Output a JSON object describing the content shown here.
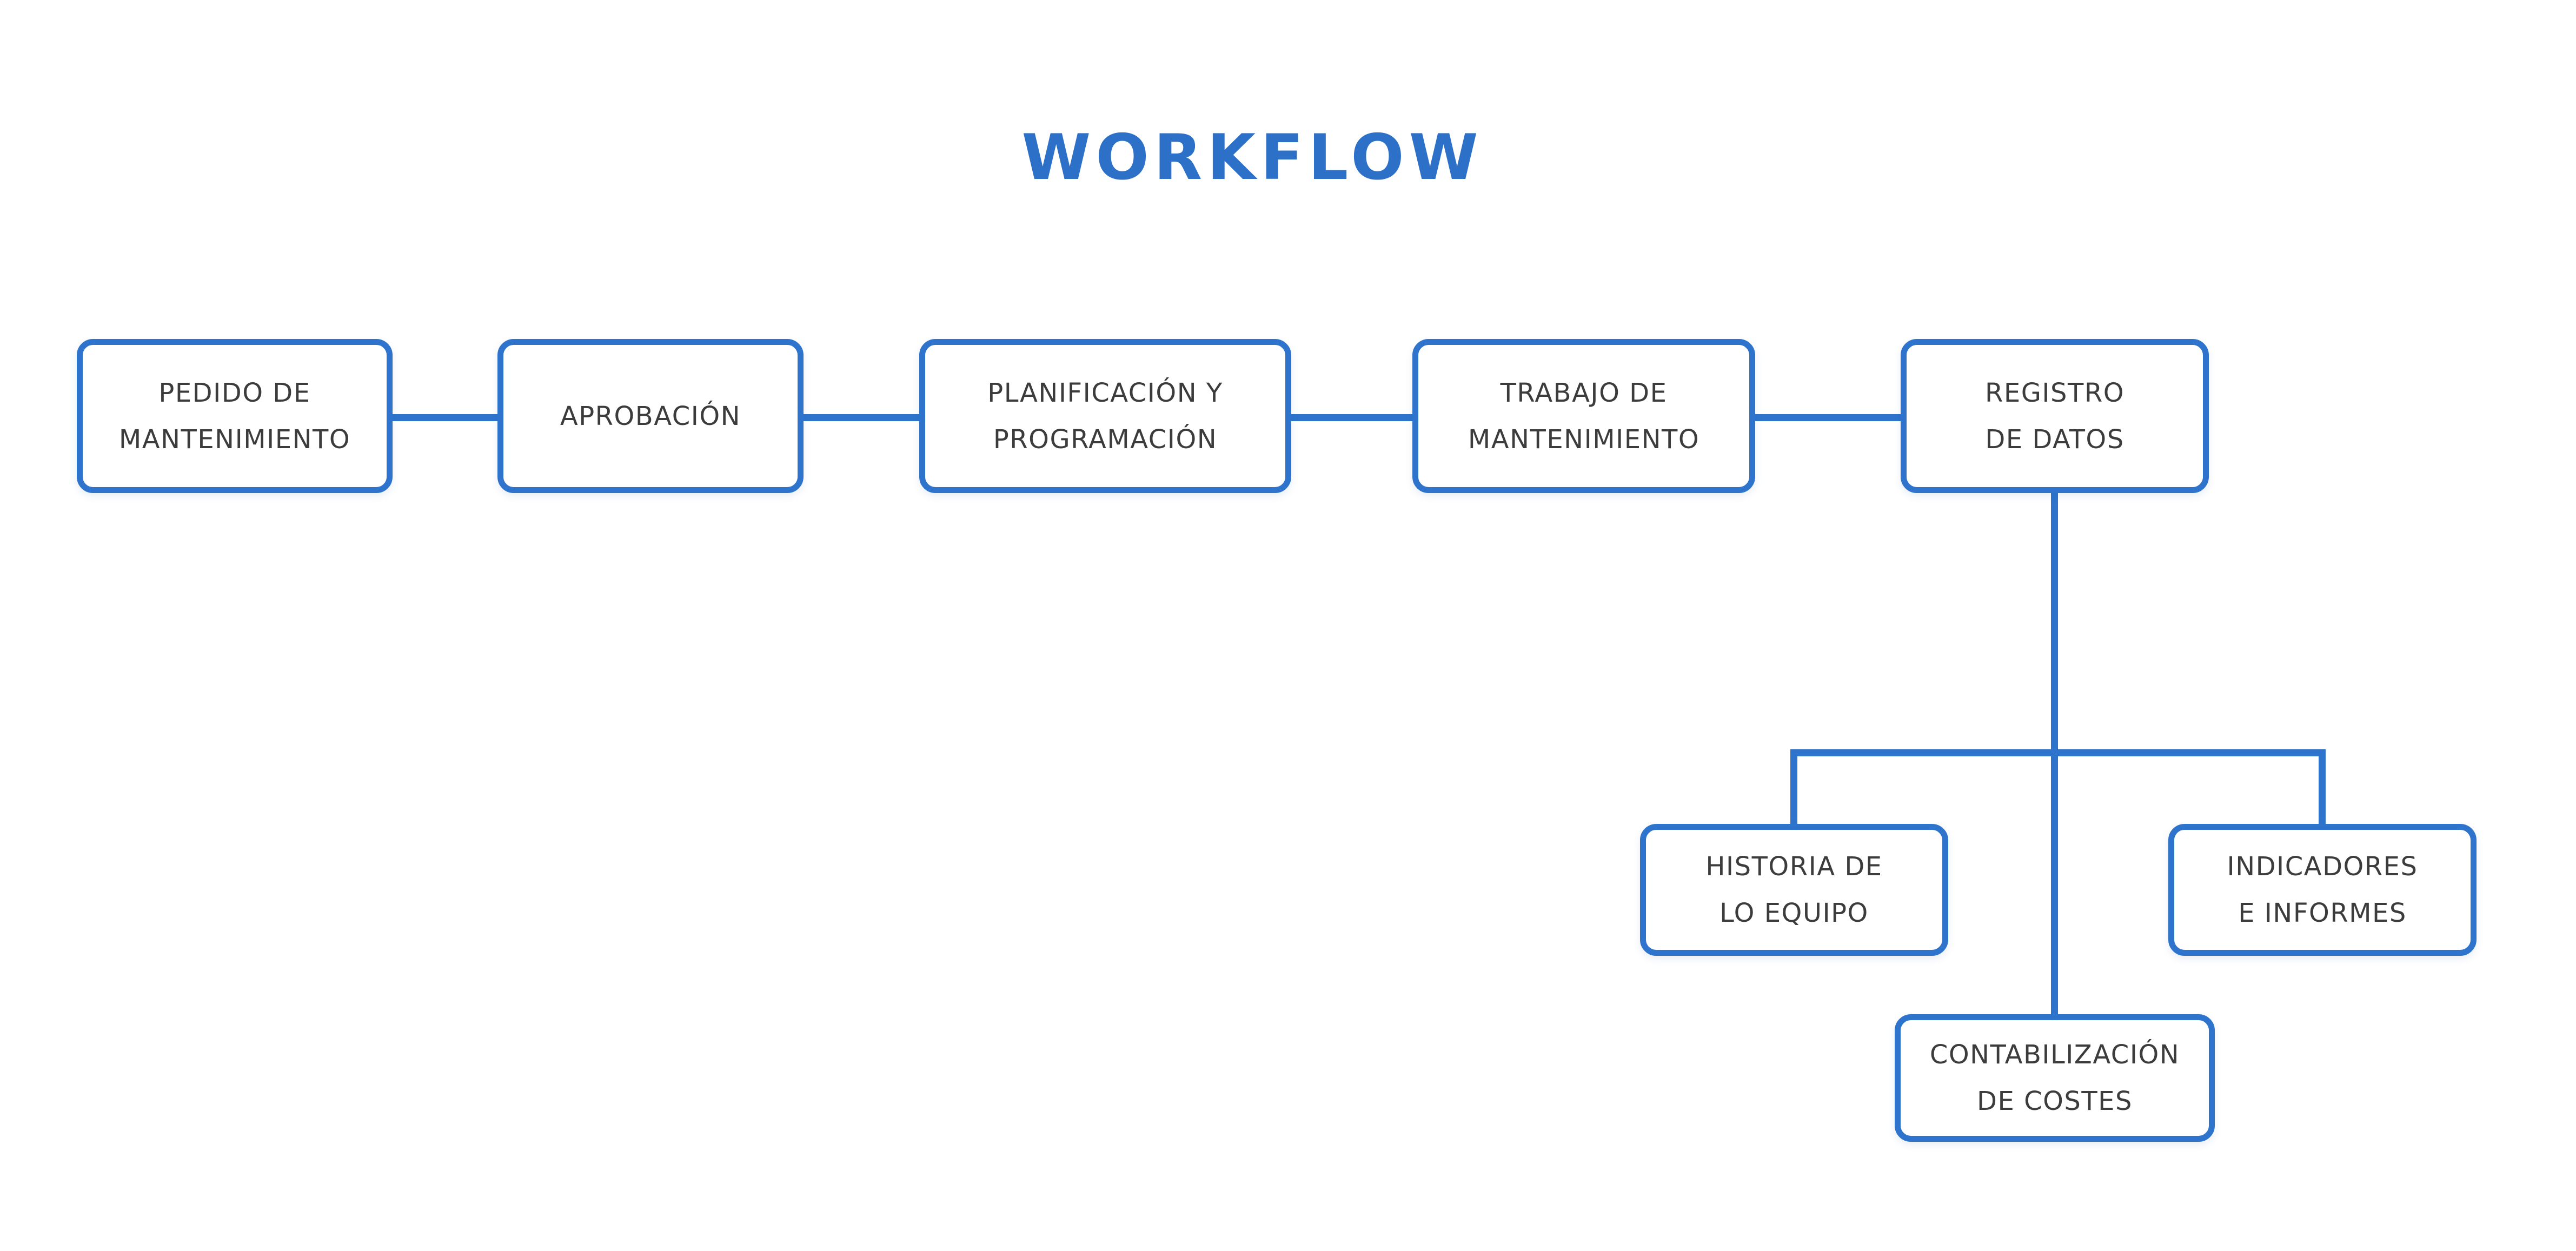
{
  "title": {
    "text": "WORKFLOW"
  },
  "colors": {
    "accent": "#2e74cc",
    "title_blue": "#2d70c8",
    "text": "#3c3c3c",
    "background": "#ffffff",
    "box_fill": "#ffffff"
  },
  "nodes": {
    "pedido": {
      "line1": "PEDIDO DE",
      "line2": "MANTENIMIENTO"
    },
    "aprobacion": {
      "line1": "APROBACIÓN"
    },
    "planificacion": {
      "line1": "PLANIFICACIÓN Y",
      "line2": "PROGRAMACIÓN"
    },
    "trabajo": {
      "line1": "TRABAJO DE",
      "line2": "MANTENIMIENTO"
    },
    "registro": {
      "line1": "REGISTRO",
      "line2": "DE DATOS"
    },
    "historia": {
      "line1": "HISTORIA DE",
      "line2": "LO EQUIPO"
    },
    "indicadores": {
      "line1": "INDICADORES",
      "line2": "E INFORMES"
    },
    "contabilizacion": {
      "line1": "CONTABILIZACIÓN",
      "line2": "DE COSTES"
    }
  },
  "connections": [
    {
      "from": "pedido",
      "to": "aprobacion"
    },
    {
      "from": "aprobacion",
      "to": "planificacion"
    },
    {
      "from": "planificacion",
      "to": "trabajo"
    },
    {
      "from": "trabajo",
      "to": "registro"
    },
    {
      "from": "registro",
      "to": "historia"
    },
    {
      "from": "registro",
      "to": "contabilizacion"
    },
    {
      "from": "registro",
      "to": "indicadores"
    }
  ]
}
